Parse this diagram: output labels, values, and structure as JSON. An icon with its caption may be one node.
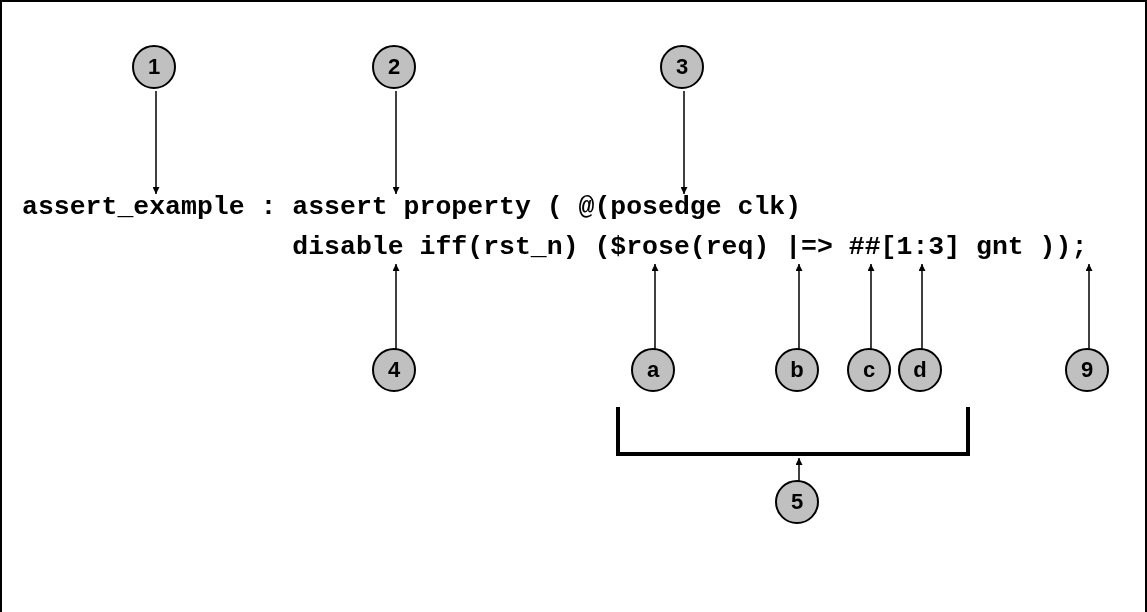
{
  "diagram": {
    "nodes": [
      {
        "text": [
          "1"
        ]
      },
      {
        "text": [
          "2"
        ]
      },
      {
        "text": [
          "3"
        ]
      },
      {
        "text": [
          "assert_example"
        ]
      },
      {
        "text": [
          "assert property ("
        ]
      },
      {
        "text": [
          "@(posedge clk)"
        ]
      },
      {
        "text": [
          "disable iff(rst_n)"
        ]
      },
      {
        "text": [
          "($rose(req)"
        ]
      },
      {
        "text": [
          "|=>"
        ]
      },
      {
        "text": [
          "##"
        ]
      },
      {
        "text": [
          "[1:3]"
        ]
      },
      {
        "text": [
          ";"
        ]
      },
      {
        "text": [
          "4"
        ]
      },
      {
        "text": [
          "a"
        ]
      },
      {
        "text": [
          "b"
        ]
      },
      {
        "text": [
          "c"
        ]
      },
      {
        "text": [
          "d"
        ]
      },
      {
        "text": [
          "9"
        ]
      },
      {
        "text": [],
        "shape": "bracket"
      },
      {
        "text": [
          "5"
        ]
      }
    ],
    "edges": [
      {
        "from": 0,
        "to": 3,
        "arrow": "to"
      },
      {
        "from": 1,
        "to": 4,
        "arrow": "to"
      },
      {
        "from": 2,
        "to": 5,
        "arrow": "to"
      },
      {
        "from": 12,
        "to": 6,
        "arrow": "to"
      },
      {
        "from": 13,
        "to": 7,
        "arrow": "to"
      },
      {
        "from": 14,
        "to": 8,
        "arrow": "to"
      },
      {
        "from": 15,
        "to": 9,
        "arrow": "to"
      },
      {
        "from": 16,
        "to": 10,
        "arrow": "to"
      },
      {
        "from": 17,
        "to": 11,
        "arrow": "to"
      },
      {
        "from": 19,
        "to": 18,
        "arrow": "to"
      }
    ],
    "labels": [
      ":",
      "gnt",
      "))"
    ]
  }
}
